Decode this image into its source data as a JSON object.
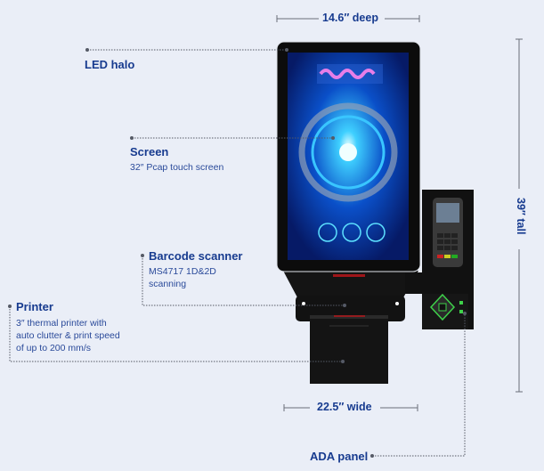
{
  "dimensions": {
    "depth": "14.6″ deep",
    "height": "39″ tall",
    "width": "22.5″ wide"
  },
  "callouts": {
    "led_halo": {
      "title": "LED halo"
    },
    "screen": {
      "title": "Screen",
      "description": "32″ Pcap touch screen"
    },
    "barcode_scanner": {
      "title": "Barcode scanner",
      "description_lines": [
        "MS4717 1D&2D",
        "scanning"
      ]
    },
    "printer": {
      "title": "Printer",
      "description_lines": [
        "3″ thermal printer with",
        "auto clutter & print speed",
        "of up to 200 mm/s"
      ]
    },
    "ada_panel": {
      "title": "ADA panel"
    }
  },
  "colors": {
    "text": "#173b8f",
    "background": "#eaeef7",
    "leader": "#555a66"
  }
}
